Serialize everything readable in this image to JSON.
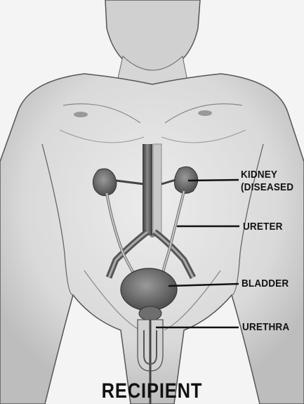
{
  "labels": {
    "kidney_line1": "KIDNEY",
    "kidney_line2": "(DISEASED",
    "ureter": "URETER",
    "bladder": "BLADDER",
    "urethra": "URETHRA"
  },
  "caption": "RECIPIENT",
  "colors": {
    "ink": "#111111",
    "skin": "#e2e2e2",
    "shade": "#b8b8b8",
    "organ": "#7a7a7a"
  }
}
